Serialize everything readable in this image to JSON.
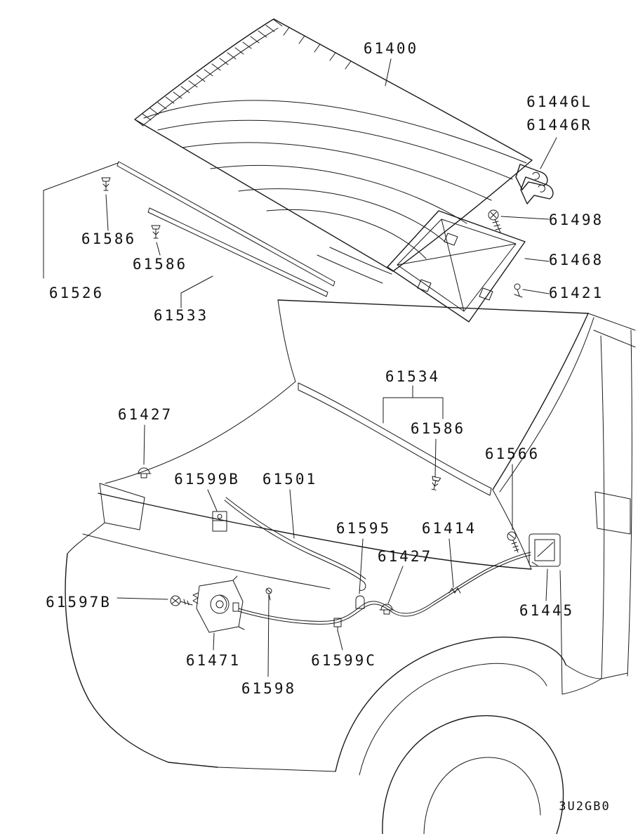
{
  "diagram": {
    "code": "3U2GB0",
    "parts": {
      "hood": "61400",
      "hinge_left": "61446L",
      "hinge_right": "61446R",
      "hinge_bolt": "61498",
      "lock_frame": "61468",
      "frame_clip": "61421",
      "front_strip_clip": "61586",
      "front_strip": "61526",
      "rear_strip_clip": "61586",
      "rear_strip": "61533",
      "cowl_strip": "61534",
      "cowl_strip_clip": "61586",
      "cowl_screw": "61566",
      "left_bumper": "61427",
      "rod_holder": "61599B",
      "stay_rod": "61501",
      "cable_clamp": "61595",
      "release_cable": "61414",
      "right_bumper": "61427",
      "latch_bolt": "61597B",
      "release_handle": "61445",
      "hood_latch": "61471",
      "cable_clip": "61599C",
      "rod_screw": "61598"
    }
  }
}
